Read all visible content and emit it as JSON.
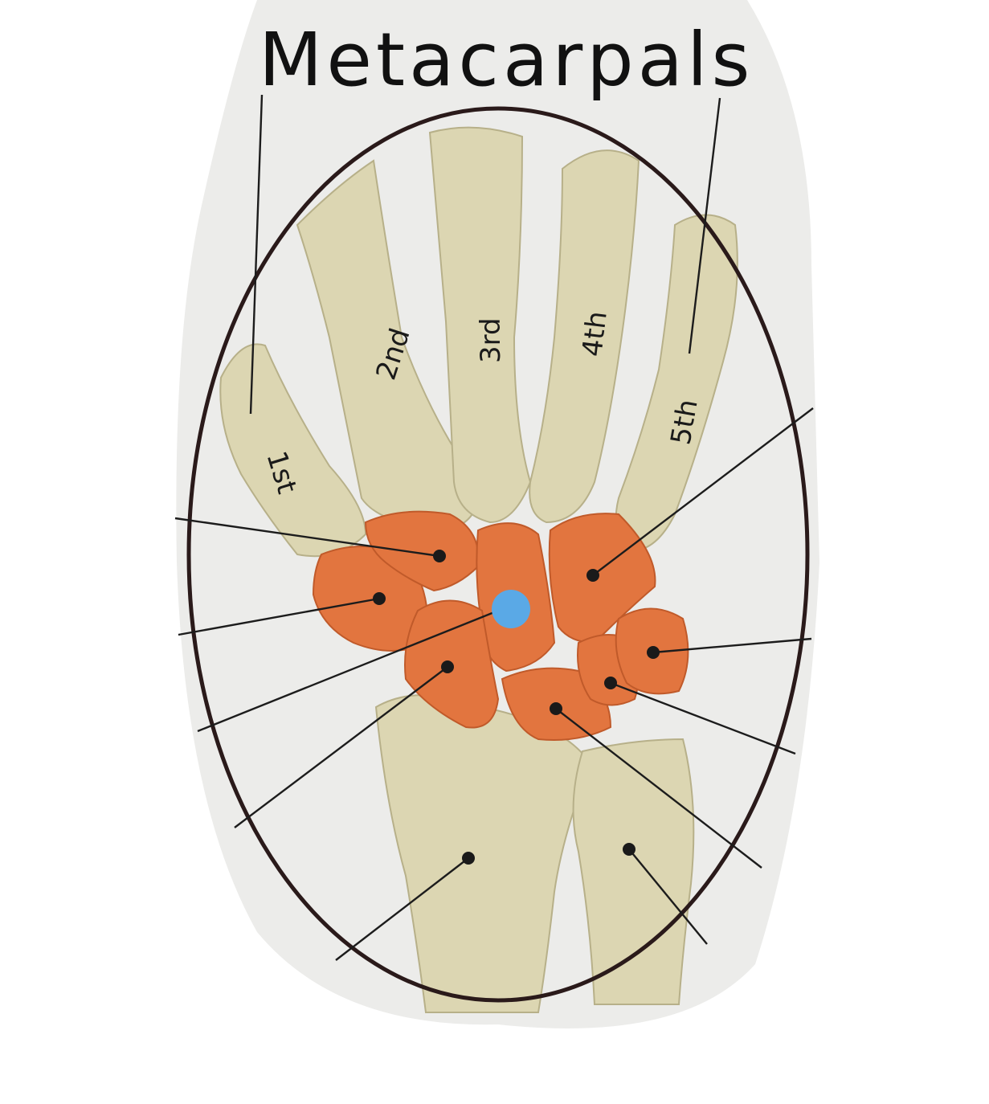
{
  "title": "Metacarpals",
  "metacarpal_labels": [
    "1st",
    "2nd",
    "3rd",
    "4th",
    "5th"
  ],
  "colors": {
    "background_photo": "#ececea",
    "bone": "#dcd6b2",
    "carpal": "#e2753f",
    "ellipse": "#2a1a1a",
    "marker": "#5aa9e6",
    "leader": "#1c1c1c"
  },
  "marker": {
    "shape": "circle",
    "color": "#5aa9e6"
  }
}
